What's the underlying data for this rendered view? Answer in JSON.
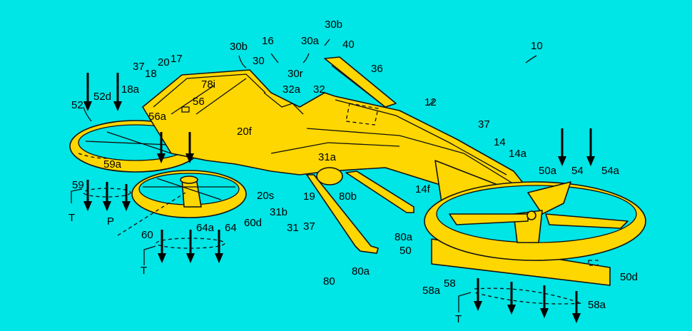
{
  "figure": {
    "background_color": "#00e5e5",
    "vehicle_color": "#ffd700",
    "line_color": "#111111"
  },
  "labels": {
    "l10": "10",
    "l12": "12",
    "l14": "14",
    "l14a": "14a",
    "l14f": "14f",
    "l16": "16",
    "l17": "17",
    "l18": "18",
    "l18a": "18a",
    "l19": "19",
    "l20": "20",
    "l20f": "20f",
    "l20s": "20s",
    "l30": "30",
    "l30a": "30a",
    "l30b_left": "30b",
    "l30b_right": "30b",
    "l30r": "30r",
    "l31": "31",
    "l31a": "31a",
    "l31b": "31b",
    "l32": "32",
    "l32a": "32a",
    "l36": "36",
    "l37_left": "37",
    "l37_mid": "37",
    "l37_right": "37",
    "l40": "40",
    "l50": "50",
    "l50a": "50a",
    "l50d": "50d",
    "l52": "52",
    "l52d": "52d",
    "l54": "54",
    "l54a": "54a",
    "l56": "56",
    "l56a": "56a",
    "l58": "58",
    "l58a_left": "58a",
    "l58a_right": "58a",
    "l59": "59",
    "l59a": "59a",
    "l60": "60",
    "l60d": "60d",
    "l64": "64",
    "l64a": "64a",
    "l78i": "78i",
    "l80": "80",
    "l80a_mid": "80a",
    "l80a_right": "80a",
    "l80b": "80b",
    "lT_left": "T",
    "lT_mid": "T",
    "lT_right": "T",
    "lP": "P"
  }
}
